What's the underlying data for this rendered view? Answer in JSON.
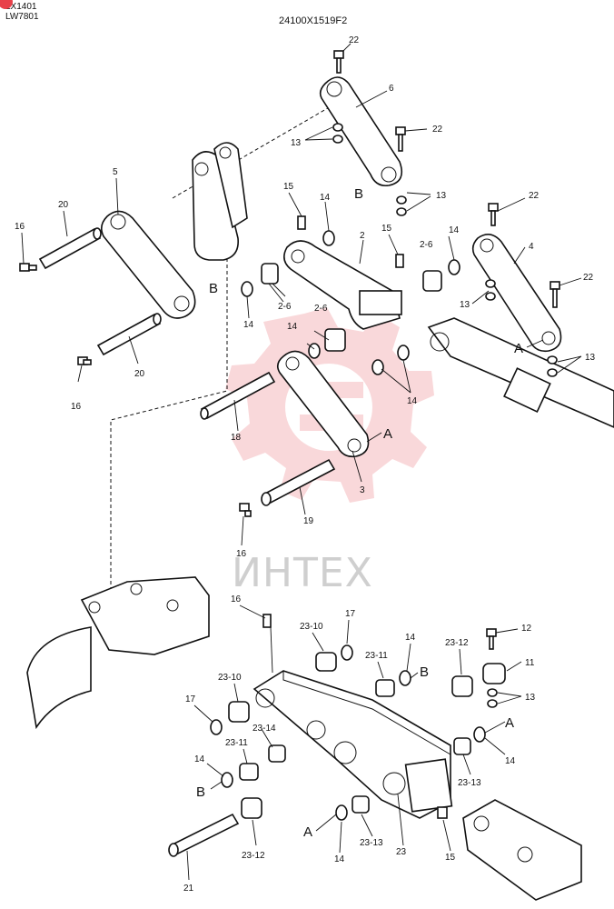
{
  "header": {
    "model_1": "LX1401",
    "model_2": "LW7801",
    "drawing_code": "24100X1519F2"
  },
  "watermark": {
    "text": "ИНТЕХ",
    "color": "#e8737a"
  },
  "callouts": {
    "c22a": "22",
    "c6": "6",
    "c13a": "13",
    "c22b": "22",
    "cBtop": "B",
    "c13b": "13",
    "c5": "5",
    "c20a": "20",
    "c16a": "16",
    "cBleft": "B",
    "c20b": "20",
    "c16b": "16",
    "c15a": "15",
    "c14a": "14",
    "c2": "2",
    "c15b": "15",
    "c26a": "2-6",
    "c14b": "14",
    "c22c": "22",
    "c4": "4",
    "c22d": "22",
    "c13c": "13",
    "cAright": "A",
    "c13d": "13",
    "c14c": "14",
    "c26b": "2-6",
    "c14d": "14",
    "c26c": "2-6",
    "c14e": "14",
    "c18": "18",
    "cAmid": "A",
    "c3": "3",
    "c19": "19",
    "c16c": "16",
    "c16d": "16",
    "c2310a": "23-10",
    "c17a": "17",
    "c14f": "14",
    "c2312a": "23-12",
    "c12": "12",
    "c2311a": "23-11",
    "cBlow": "B",
    "c11": "11",
    "c13e": "13",
    "c2310b": "23-10",
    "c17b": "17",
    "c2314": "23-14",
    "c2311b": "23-11",
    "c14g": "14",
    "cBleft2": "B",
    "cAlow": "A",
    "c14h": "14",
    "c2313a": "23-13",
    "c2312b": "23-12",
    "cAbottom": "A",
    "c14i": "14",
    "c2313b": "23-13",
    "c23": "23",
    "c15c": "15",
    "c21": "21"
  }
}
